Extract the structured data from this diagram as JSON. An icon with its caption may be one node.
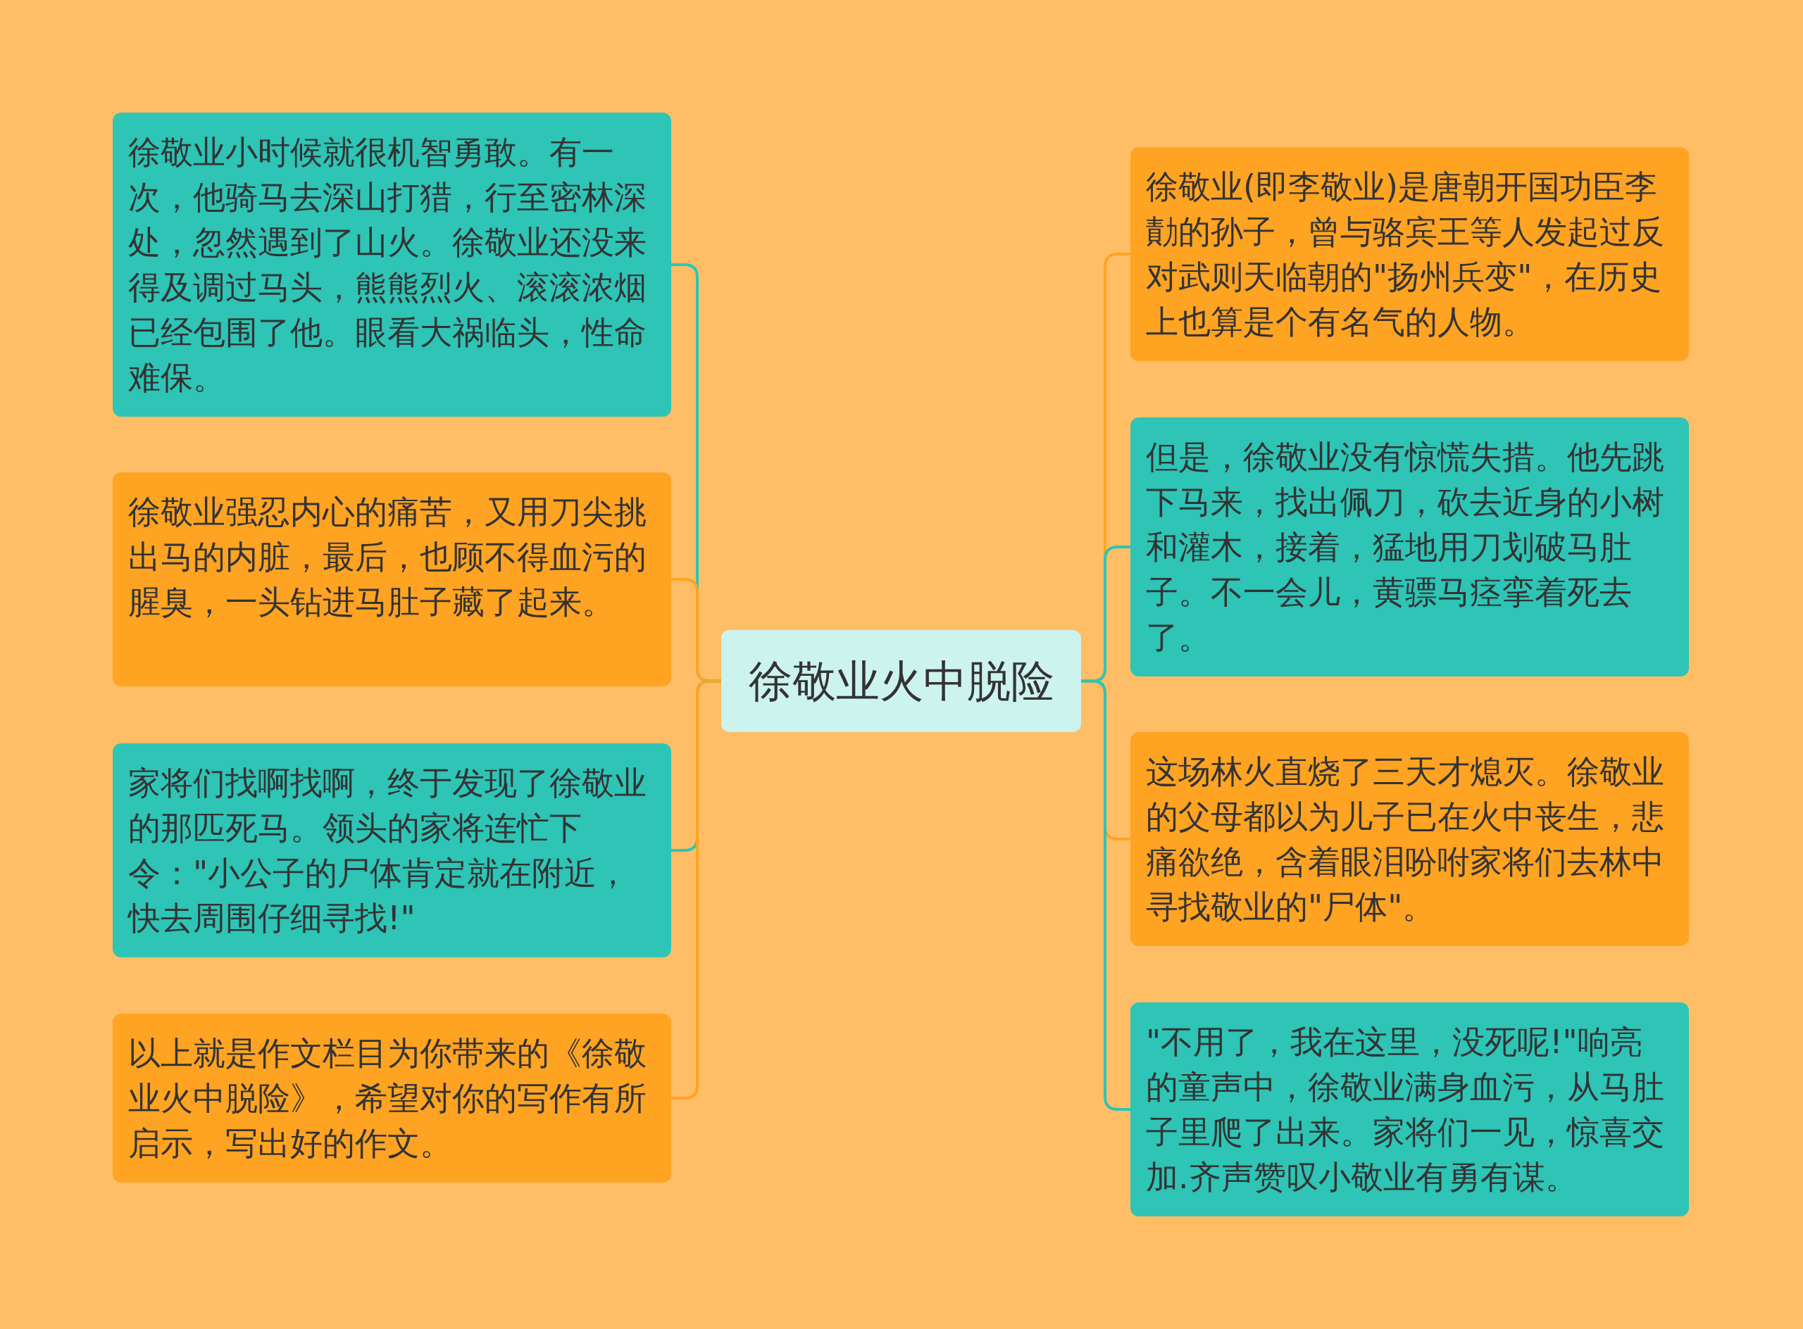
{
  "diagram": {
    "nodes": [
      {
        "text": [
          "徐敬业火中脱险"
        ]
      },
      {
        "text": [
          "徐敬业小时候就很机智勇敢。有一次，他骑马去深山打猎，行至密林深处，忽然遇到了山火。徐敬业还没来得及调过马头，熊熊烈火、滚滚浓烟已经包围了他。眼看大祸临头，性命难保。"
        ]
      },
      {
        "text": [
          "徐敬业强忍内心的痛苦，又用刀尖挑出马的内脏，最后，也顾不得血污的腥臭，一头钻进马肚子藏了起来。"
        ]
      },
      {
        "text": [
          "家将们找啊找啊，终于发现了徐敬业的那匹死马。领头的家将连忙下令：\"小公子的尸体肯定就在附近，快去周围仔细寻找!\""
        ]
      },
      {
        "text": [
          "以上就是作文栏目为你带来的《徐敬业火中脱险》，希望对你的写作有所启示，写出好的作文。"
        ]
      },
      {
        "text": [
          "徐敬业(即李敬业)是唐朝开国功臣李勣的孙子，曾与骆宾王等人发起过反对武则天临朝的\"扬州兵变\"，在历史上也算是个有名气的人物。"
        ]
      },
      {
        "text": [
          "但是，徐敬业没有惊慌失措。他先跳下马来，找出佩刀，砍去近身的小树和灌木，接着，猛地用刀划破马肚子。不一会儿，黄骠马痉挛着死去了。"
        ]
      },
      {
        "text": [
          "这场林火直烧了三天才熄灭。徐敬业的父母都以为儿子已在火中丧生，悲痛欲绝，含着眼泪吩咐家将们去林中寻找敬业的\"尸体\"。"
        ]
      },
      {
        "text": [
          "\"不用了，我在这里，没死呢!\"响亮的童声中，徐敬业满身血污，从马肚子里爬了出来。家将们一见，惊喜交加.齐声赞叹小敬业有勇有谋。"
        ]
      }
    ],
    "edges": [
      {
        "from": 0,
        "to": 1,
        "arrow": "none",
        "color": "#2ec4b6"
      },
      {
        "from": 0,
        "to": 2,
        "arrow": "none",
        "color": "#ffa322"
      },
      {
        "from": 0,
        "to": 3,
        "arrow": "none",
        "color": "#2ec4b6"
      },
      {
        "from": 0,
        "to": 4,
        "arrow": "none",
        "color": "#ffa322"
      },
      {
        "from": 0,
        "to": 5,
        "arrow": "none",
        "color": "#ffa322"
      },
      {
        "from": 0,
        "to": 6,
        "arrow": "none",
        "color": "#2ec4b6"
      },
      {
        "from": 0,
        "to": 7,
        "arrow": "none",
        "color": "#ffa322"
      },
      {
        "from": 0,
        "to": 8,
        "arrow": "none",
        "color": "#2ec4b6"
      }
    ]
  }
}
